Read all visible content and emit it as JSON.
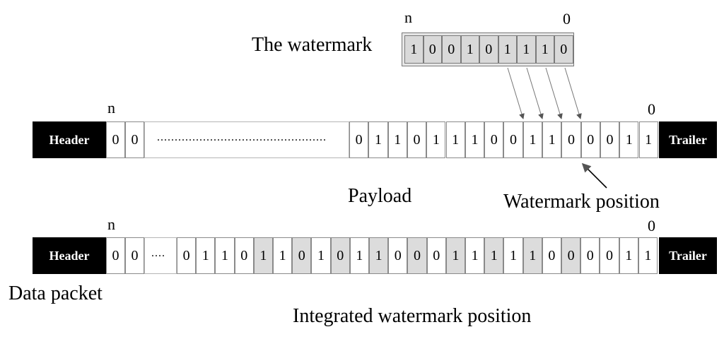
{
  "watermark": {
    "caption": "The watermark",
    "index_high": "n",
    "index_low": "0",
    "bits": [
      "1",
      "0",
      "0",
      "1",
      "0",
      "1",
      "1",
      "1",
      "0"
    ]
  },
  "packet": {
    "header": "Header",
    "trailer": "Trailer",
    "index_high": "n",
    "index_low": "0",
    "leading_bits": [
      "0",
      "0"
    ],
    "gap_text": "................................................",
    "payload_bits": [
      "0",
      "1",
      "1",
      "0",
      "1",
      "1",
      "1",
      "0",
      "0",
      "1",
      "1",
      "0",
      "0",
      "0",
      "1",
      "1"
    ],
    "payload_label": "Payload",
    "watermark_position_label": "Watermark position"
  },
  "integrated": {
    "header": "Header",
    "trailer": "Trailer",
    "index_high": "n",
    "index_low": "0",
    "leading_bits": [
      "0",
      "0"
    ],
    "gap_text": "....",
    "bits": [
      "0",
      "1",
      "1",
      "0",
      "1",
      "1",
      "0",
      "1",
      "0",
      "1",
      "1",
      "0",
      "0",
      "0",
      "1",
      "1",
      "1",
      "1",
      "1",
      "0",
      "0",
      "0",
      "0",
      "1",
      "1"
    ],
    "highlighted": [
      4,
      6,
      8,
      10,
      12,
      14,
      16,
      18,
      20
    ],
    "data_packet_label": "Data packet",
    "integrated_label": "Integrated watermark position"
  }
}
